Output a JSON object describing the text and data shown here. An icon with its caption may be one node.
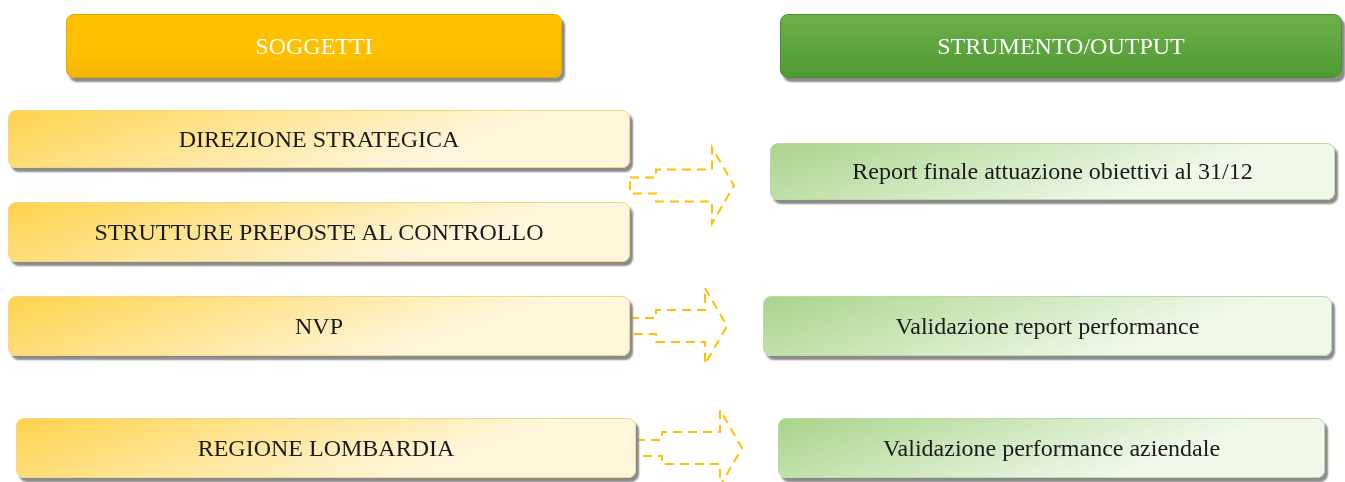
{
  "diagram": {
    "nodes": [
      {
        "text": [
          "SOGGETTI"
        ]
      },
      {
        "text": [
          "STRUMENTO/OUTPUT"
        ]
      },
      {
        "text": [
          "DIREZIONE STRATEGICA"
        ]
      },
      {
        "text": [
          "STRUTTURE PREPOSTE AL CONTROLLO"
        ]
      },
      {
        "text": [
          "NVP"
        ]
      },
      {
        "text": [
          "REGIONE LOMBARDIA"
        ]
      },
      {
        "text": [
          "Report finale attuazione obiettivi al 31/12"
        ]
      },
      {
        "text": [
          "Validazione report performance"
        ]
      },
      {
        "text": [
          "Validazione performance aziendale"
        ]
      }
    ],
    "edges": [
      {
        "from": 2,
        "to": 6,
        "arrow": "to",
        "style": "dashed",
        "color": "#ffc000"
      },
      {
        "from": 3,
        "to": 6,
        "arrow": "to",
        "style": "dashed",
        "color": "#ffc000"
      },
      {
        "from": 4,
        "to": 7,
        "arrow": "to",
        "style": "dashed",
        "color": "#ffc000"
      },
      {
        "from": 5,
        "to": 8,
        "arrow": "to",
        "style": "dashed",
        "color": "#ffc000"
      }
    ]
  }
}
